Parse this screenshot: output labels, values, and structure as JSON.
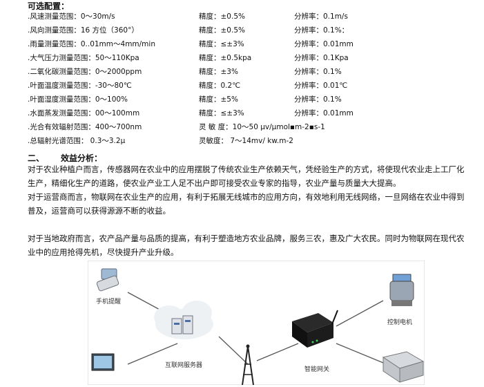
{
  "heading": "可选配置：",
  "specs": [
    {
      "range": ".风速测量范围：0～30m/s",
      "precision": "精度：±0.5%",
      "resolution": "分辨率：0.1m/s"
    },
    {
      "range": ".风向测量范围：16 方位（360°）",
      "precision": "精度：±0.5%",
      "resolution": "分辨率：0.1%："
    },
    {
      "range": ".雨量测量范围：0..01mm～4mm/min",
      "precision": "精度：≤±3%",
      "resolution": "分辨率：0.01mm"
    },
    {
      "range": ".大气压力测量范围：50～110Kpa",
      "precision": "精度：±0.5kpa",
      "resolution": "分辨率：0.1Kpa"
    },
    {
      "range": ".二氧化碳测量范围：0～2000ppm",
      "precision": "精度：±3%",
      "resolution": "分辨率：0.1%"
    },
    {
      "range": ".叶面温度测量范围：-30～80℃",
      "precision": "精度：0.2℃",
      "resolution": "分辨率：0.01℃"
    },
    {
      "range": ".叶面湿度测量范围：0～100%",
      "precision": "精度：±5%",
      "resolution": "分辨率：0.1%"
    },
    {
      "range": ".水面蒸发测量范围：00～100mm",
      "precision": "精度：≤±3%",
      "resolution": "分辨率：0.01mm"
    },
    {
      "range": ".光合有效辐射范围：400～700nm",
      "precision": "灵 敏 度：10～50 μv/μmol▪m-2▪s-1",
      "resolution": ""
    },
    {
      "range": ".总辐射光谱范围： 0.3～3.2μ",
      "precision": "灵敏度： 7～14mv/ kw.m-2",
      "resolution": ""
    }
  ],
  "section": {
    "number": "二、",
    "title": "效益分析："
  },
  "paragraphs": [
    "对于农业种植户而言，传感器网在农业中的应用摆脱了传统农业生产依赖天气，凭经验生产的方式，将使现代农业走上工厂化生产，精细化生产的道路，使农业产业工人足不出户即可接受农业专家的指导，农业产量与质量大大提高。",
    "对于运营商而言，物联网在农业生产的应用，有利于拓展无线城市的应用方向，有效地利用无线网络，一旦网络在农业中得到普及，运营商可以获得源源不断的收益。",
    "对于当地政府而言，农产品产量与品质的提高，有利于塑造地方农业品牌，服务三农，惠及广大农民。同时为物联网在现代农业中的应用抢得先机，尽快提升产业升级。"
  ],
  "diagram": {
    "labels": {
      "phone": "手机提醒",
      "server": "互联网服务器",
      "gateway": "智能网关",
      "motor": "控制电机"
    }
  }
}
